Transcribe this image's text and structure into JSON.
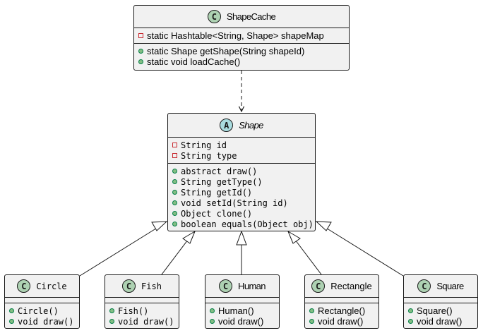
{
  "colors": {
    "box_fill": "#f1f1f1",
    "border": "#181818",
    "class_badge": "#add1b2",
    "abstract_badge": "#a9dcdf",
    "private_marker": "#c82930",
    "public_marker": "#84be84"
  },
  "shape_cache": {
    "stereotype": "C",
    "name": "ShapeCache",
    "fields": [
      {
        "visibility": "private",
        "text": "static Hashtable<String, Shape> shapeMap"
      }
    ],
    "methods": [
      {
        "visibility": "public",
        "text": "static Shape getShape(String shapeId)"
      },
      {
        "visibility": "public",
        "text": "static void loadCache()"
      }
    ]
  },
  "shape": {
    "stereotype": "A",
    "name": "Shape",
    "fields": [
      {
        "visibility": "private",
        "text": "String id"
      },
      {
        "visibility": "private",
        "text": "String type"
      }
    ],
    "methods": [
      {
        "visibility": "public",
        "text": "abstract draw()"
      },
      {
        "visibility": "public",
        "text": "String getType()"
      },
      {
        "visibility": "public",
        "text": "String getId()"
      },
      {
        "visibility": "public",
        "text": "void setId(String id)"
      },
      {
        "visibility": "public",
        "text": "Object clone()"
      },
      {
        "visibility": "public",
        "text": "boolean equals(Object obj)"
      }
    ]
  },
  "circle": {
    "stereotype": "C",
    "name": "Circle",
    "methods": [
      {
        "visibility": "public",
        "text": "Circle()"
      },
      {
        "visibility": "public",
        "text": "void draw()"
      }
    ]
  },
  "fish": {
    "stereotype": "C",
    "name": "Fish",
    "methods": [
      {
        "visibility": "public",
        "text": "Fish()"
      },
      {
        "visibility": "public",
        "text": "void draw()"
      }
    ]
  },
  "human": {
    "stereotype": "C",
    "name": "Human",
    "methods": [
      {
        "visibility": "public",
        "text": "Human()"
      },
      {
        "visibility": "public",
        "text": "void draw()"
      }
    ]
  },
  "rectangle": {
    "stereotype": "C",
    "name": "Rectangle",
    "methods": [
      {
        "visibility": "public",
        "text": "Rectangle()"
      },
      {
        "visibility": "public",
        "text": "void draw()"
      }
    ]
  },
  "square": {
    "stereotype": "C",
    "name": "Square",
    "methods": [
      {
        "visibility": "public",
        "text": "Square()"
      },
      {
        "visibility": "public",
        "text": "void draw()"
      }
    ]
  }
}
